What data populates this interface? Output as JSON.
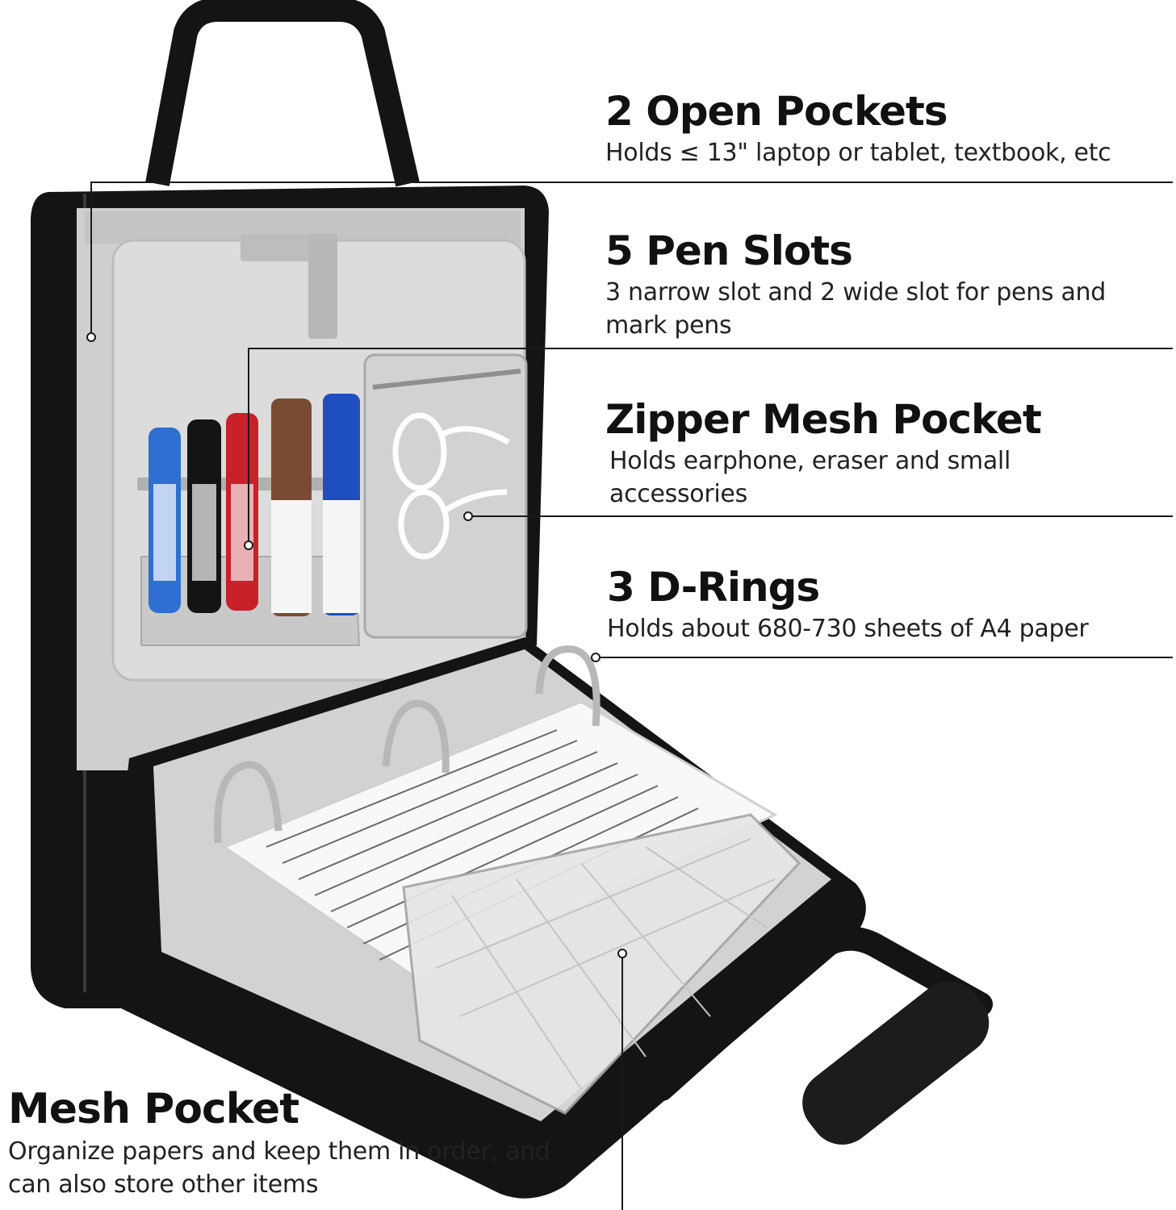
{
  "callouts": {
    "open_pockets": {
      "title": "2 Open Pockets",
      "desc": "Holds ≤ 13\" laptop or tablet, textbook, etc"
    },
    "pen_slots": {
      "title": "5 Pen Slots",
      "desc": "3 narrow slot and 2 wide slot for pens and mark pens"
    },
    "zipper_mesh": {
      "title": "Zipper Mesh Pocket",
      "desc": "Holds earphone, eraser and small accessories"
    },
    "d_rings": {
      "title": "3 D-Rings",
      "desc": "Holds about 680-730 sheets of A4 paper"
    },
    "mesh_pocket": {
      "title": "Mesh Pocket",
      "desc": "Organize papers and keep them in order, and can also store other items"
    }
  },
  "colors": {
    "bag": "#141414",
    "lining": "#cfcfcf",
    "leader_line": "#1a1a1a",
    "paper": "#f8f8f8"
  },
  "icons": [
    "binder-bag-illustration",
    "pen-icon",
    "cable-icon",
    "d-ring-icon"
  ]
}
